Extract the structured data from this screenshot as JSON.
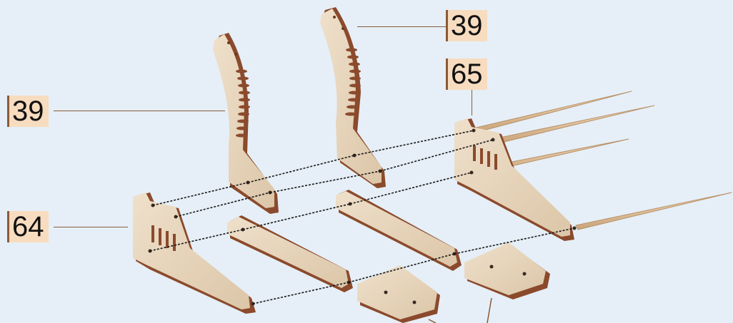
{
  "callouts": {
    "part_39_top": "39",
    "part_65": "65",
    "part_39_left": "39",
    "part_64": "64"
  },
  "colors": {
    "background": "#e6eff7",
    "wood_face": "#e8d5bc",
    "wood_edge": "#8b4a2c",
    "label_fill": "#f7dcbf",
    "leader": "#8a5b3a",
    "dowel": "#d9b98f"
  }
}
